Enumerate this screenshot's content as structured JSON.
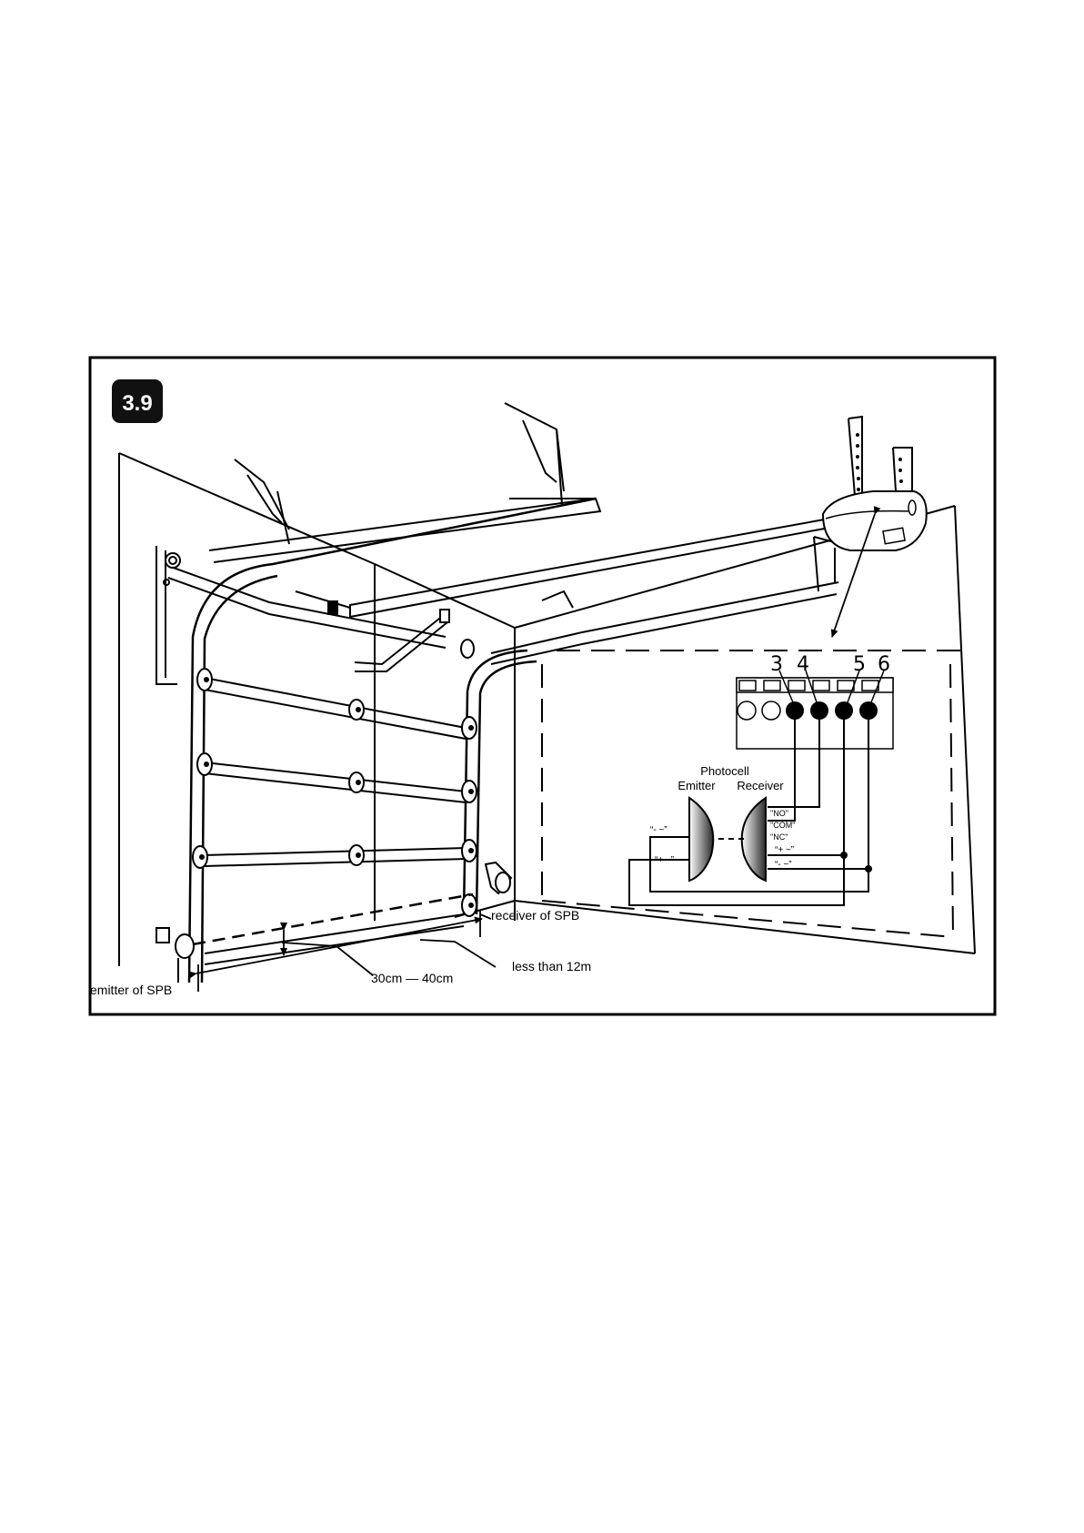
{
  "figure": {
    "badge": "3.9"
  },
  "terminals": {
    "t3": "3",
    "t4": "4",
    "t5": "5",
    "t6": "6"
  },
  "photocell": {
    "title": "Photocell",
    "emitter": "Emitter",
    "receiver": "Receiver",
    "emitter_minus": "“- ~”",
    "emitter_plus": "“+ ~”",
    "receiver_no": "\"NO\"",
    "receiver_com": "\"COM\"",
    "receiver_nc": "\"NC\"",
    "receiver_plus": "“+ ~”",
    "receiver_minus": "“- ~”"
  },
  "labels": {
    "receiver_spb": "receiver of SPB",
    "emitter_spb": "emitter of SPB",
    "distance_height": "30cm — 40cm",
    "distance_span": "less than 12m"
  },
  "colors": {
    "ink": "#000000",
    "paper": "#ffffff",
    "badge_bg": "#111111",
    "badge_text": "#ffffff"
  }
}
